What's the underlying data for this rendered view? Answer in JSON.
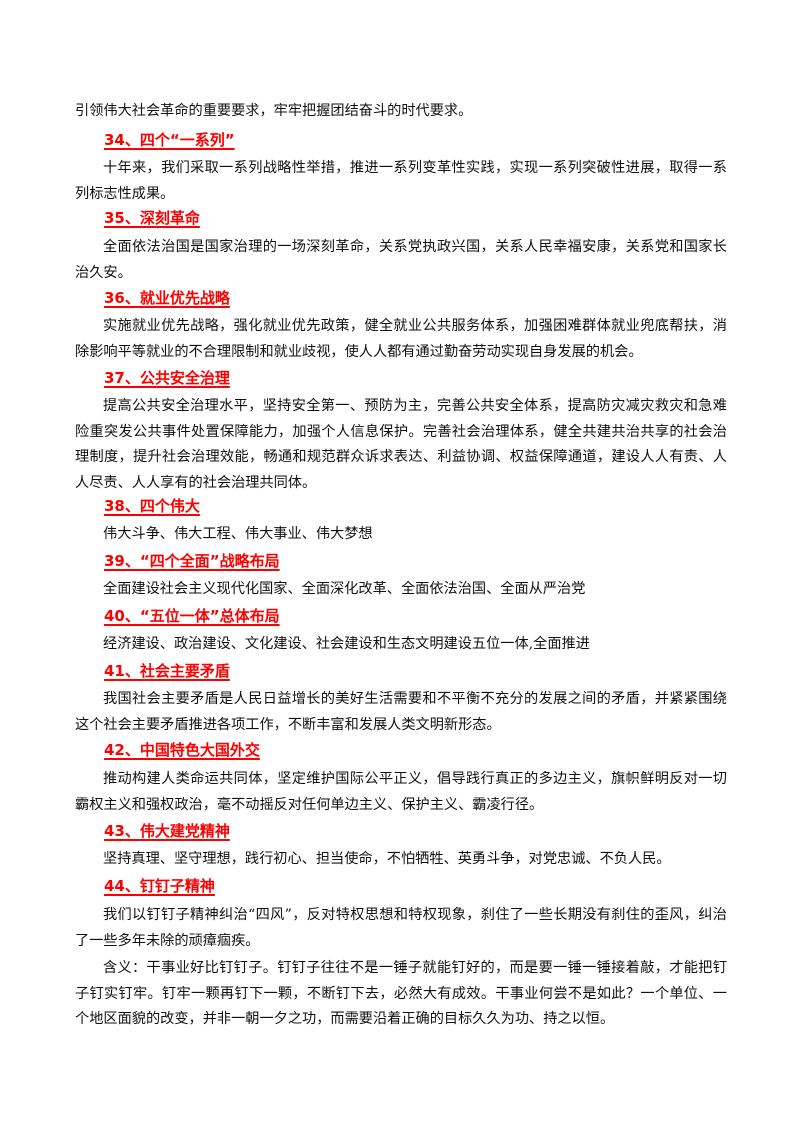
{
  "intro_line": "引领伟大社会革命的重要要求，牢牢把握团结奋斗的时代要求。",
  "sections": [
    {
      "heading": "34、四个“一系列”",
      "paragraphs": [
        "十年来，我们采取一系列战略性举措，推进一系列变革性实践，实现一系列突破性进展，取得一系列标志性成果。"
      ]
    },
    {
      "heading": "35、深刻革命",
      "paragraphs": [
        "全面依法治国是国家治理的一场深刻革命，关系党执政兴国，关系人民幸福安康，关系党和国家长治久安。"
      ]
    },
    {
      "heading": "36、就业优先战略",
      "paragraphs": [
        "实施就业优先战略，强化就业优先政策，健全就业公共服务体系，加强困难群体就业兜底帮扶，消除影响平等就业的不合理限制和就业歧视，使人人都有通过勤奋劳动实现自身发展的机会。"
      ]
    },
    {
      "heading": "37、公共安全治理",
      "paragraphs": [
        "提高公共安全治理水平，坚持安全第一、预防为主，完善公共安全体系，提高防灾减灾救灾和急难险重突发公共事件处置保障能力，加强个人信息保护。完善社会治理体系，健全共建共治共享的社会治理制度，提升社会治理效能，畅通和规范群众诉求表达、利益协调、权益保障通道，建设人人有责、人人尽责、人人享有的社会治理共同体。"
      ]
    },
    {
      "heading": "38、四个伟大",
      "paragraphs": [
        "伟大斗争、伟大工程、伟大事业、伟大梦想"
      ]
    },
    {
      "heading": "39、“四个全面”战略布局",
      "paragraphs": [
        "全面建设社会主义现代化国家、全面深化改革、全面依法治国、全面从严治党"
      ]
    },
    {
      "heading": "40、“五位一体”总体布局",
      "paragraphs": [
        "经济建设、政治建设、文化建设、社会建设和生态文明建设五位一体,全面推进"
      ]
    },
    {
      "heading": "41、社会主要矛盾",
      "paragraphs": [
        "我国社会主要矛盾是人民日益增长的美好生活需要和不平衡不充分的发展之间的矛盾，并紧紧围绕这个社会主要矛盾推进各项工作，不断丰富和发展人类文明新形态。"
      ]
    },
    {
      "heading": "42、中国特色大国外交",
      "paragraphs": [
        "推动构建人类命运共同体，坚定维护国际公平正义，倡导践行真正的多边主义，旗帜鲜明反对一切霸权主义和强权政治，毫不动摇反对任何单边主义、保护主义、霸凌行径。"
      ]
    },
    {
      "heading": "43、伟大建党精神",
      "paragraphs": [
        "坚持真理、坚守理想，践行初心、担当使命，不怕牺牲、英勇斗争，对党忠诚、不负人民。"
      ]
    },
    {
      "heading": "44、钉钉子精神",
      "paragraphs": [
        "我们以钉钉子精神纠治“四风”，反对特权思想和特权现象，刹住了一些长期没有刹住的歪风，纠治了一些多年未除的顽瘴痼疾。",
        "含义：干事业好比钉钉子。钉钉子往往不是一锤子就能钉好的，而是要一锤一锤接着敲，才能把钉子钉实钉牢。钉牢一颗再钉下一颗，不断钉下去，必然大有成效。干事业何尝不是如此？一个单位、一个地区面貌的改变，并非一朝一夕之功，而需要沿着正确的目标久久为功、持之以恒。"
      ]
    }
  ]
}
